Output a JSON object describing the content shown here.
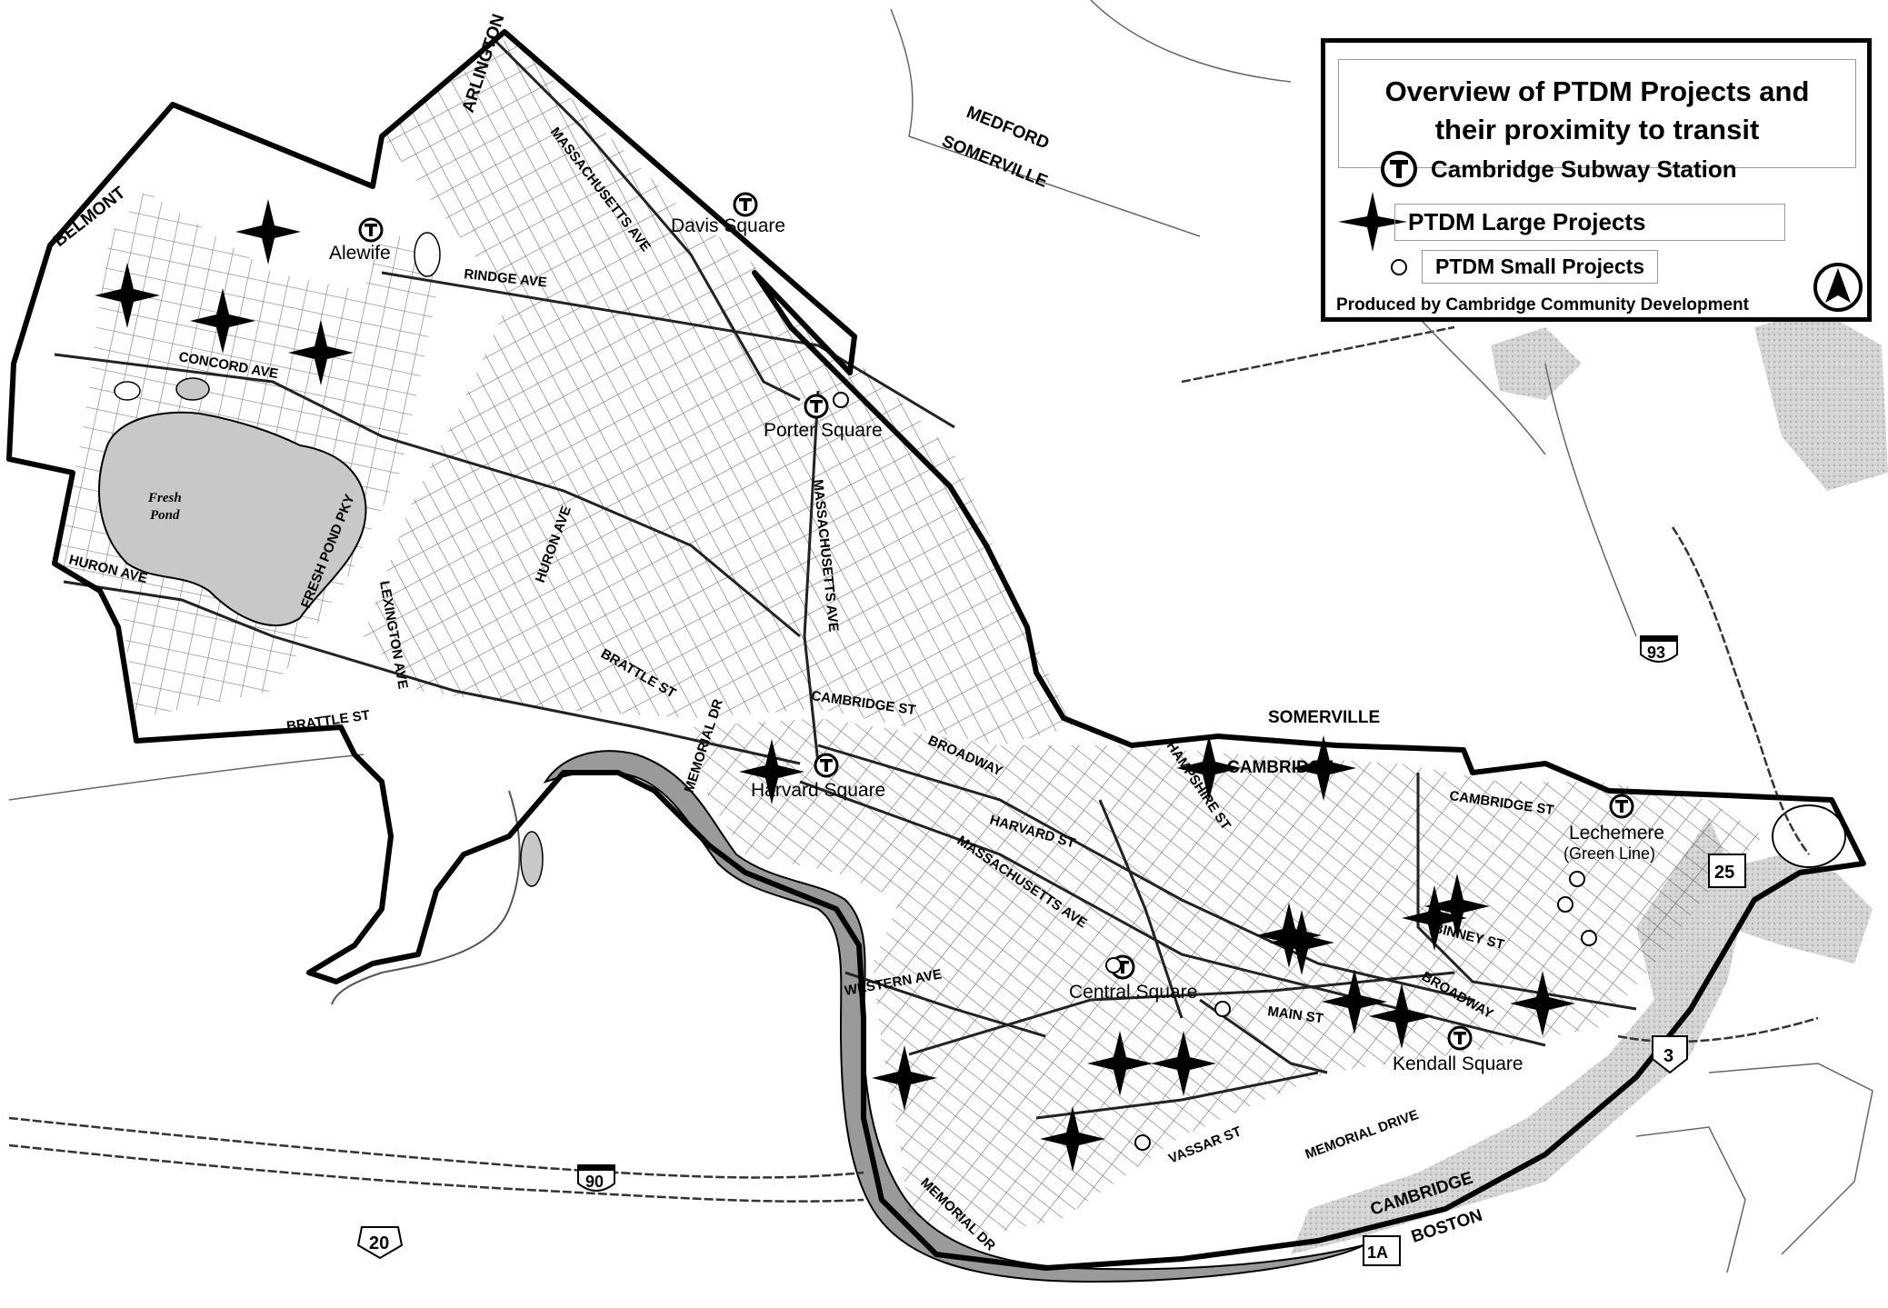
{
  "legend": {
    "title_line1": "Overview of PTDM Projects and",
    "title_line2": "their proximity to transit",
    "subway_label": "Cambridge Subway Station",
    "large_label": "PTDM Large Projects",
    "small_label": "PTDM Small Projects",
    "credit": "Produced by Cambridge Community Development"
  },
  "stations": [
    {
      "name": "Alewife",
      "name2": ""
    },
    {
      "name": "Davis Square",
      "name2": ""
    },
    {
      "name": "Porter Square",
      "name2": ""
    },
    {
      "name": "Harvard Square",
      "name2": ""
    },
    {
      "name": "Central Square",
      "name2": ""
    },
    {
      "name": "Kendall Square",
      "name2": ""
    },
    {
      "name": "Lechemere",
      "name2": "(Green Line)"
    }
  ],
  "towns": {
    "arlington": "ARLINGTON",
    "belmont": "BELMONT",
    "medford": "MEDFORD",
    "somerville_1": "SOMERVILLE",
    "somerville_2": "SOMERVILLE",
    "cambridge_1": "CAMBRIDGE",
    "cambridge_2": "CAMBRIDGE",
    "boston": "BOSTON"
  },
  "water": {
    "fresh_pond_1": "Fresh",
    "fresh_pond_2": "Pond"
  },
  "streets": {
    "rindge": "RINDGE AVE",
    "concord": "CONCORD AVE",
    "mass_north": "MASSACHUSETTS AVE",
    "mass_mid": "MASSACHUSETTS AVE",
    "mass_south": "MASSACHUSETTS AVE",
    "huron_west": "HURON AVE",
    "huron_mid": "HURON AVE",
    "fresh_pond_pky": "FRESH POND PKY",
    "lexington": "LEXINGTON AVE",
    "brattle_1": "BRATTLE ST",
    "brattle_2": "BRATTLE ST",
    "cambridge_st_1": "CAMBRIDGE ST",
    "cambridge_st_2": "CAMBRIDGE ST",
    "broadway_1": "BROADWAY",
    "broadway_2": "BROADWAY",
    "harvard_st": "HARVARD ST",
    "hampshire": "HAMPSHIRE ST",
    "binney": "BINNEY ST",
    "main": "MAIN ST",
    "western": "WESTERN AVE",
    "vassar": "VASSAR ST",
    "memorial_1": "MEMORIAL DR",
    "memorial_2": "MEMORIAL DR",
    "memorial_drive": "MEMORIAL DRIVE"
  },
  "shields": {
    "i90": "90",
    "i93": "93",
    "us20": "20",
    "rt3": "3",
    "rt25": "25",
    "rt1a": "1A"
  },
  "colors": {
    "boundary": "#000000",
    "water": "#c8c8c8",
    "river": "#9a9a9a",
    "street": "#444444"
  }
}
